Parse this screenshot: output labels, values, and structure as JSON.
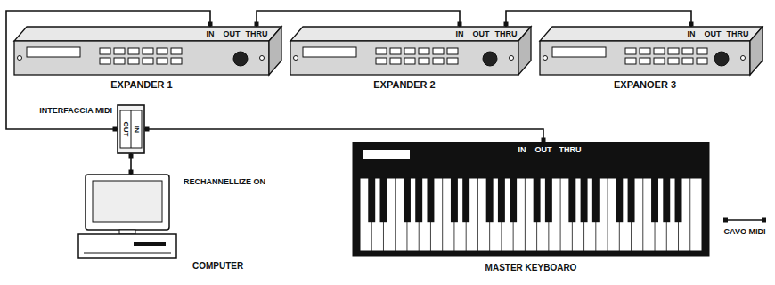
{
  "diagram": {
    "nodes": [
      {
        "text": [
          "IN",
          "OUT",
          "THRU",
          "EXPANDER 1"
        ]
      },
      {
        "text": [
          "IN",
          "OUT",
          "THRU",
          "EXPANDER 2"
        ]
      },
      {
        "text": [
          "IN",
          "OUT",
          "THRU",
          "EXPANOER 3"
        ]
      },
      {
        "text": [
          "INTERFACCIA MIDI",
          "OUT",
          "IN"
        ]
      },
      {
        "text": [
          "RECHANNELLIZE ON",
          "COMPUTER"
        ]
      },
      {
        "text": [
          "IN",
          "OUT",
          "THRU",
          "MASTER KEYBOARO"
        ]
      }
    ],
    "edges": [
      {
        "from": 0,
        "to": 1,
        "arrow": "none"
      },
      {
        "from": 1,
        "to": 2,
        "arrow": "none"
      },
      {
        "from": 3,
        "to": 0,
        "arrow": "none"
      },
      {
        "from": 5,
        "to": 3,
        "arrow": "none"
      },
      {
        "from": 3,
        "to": 4,
        "arrow": "none"
      }
    ],
    "legend": [
      {
        "text": "CAVO MIDI"
      }
    ]
  }
}
